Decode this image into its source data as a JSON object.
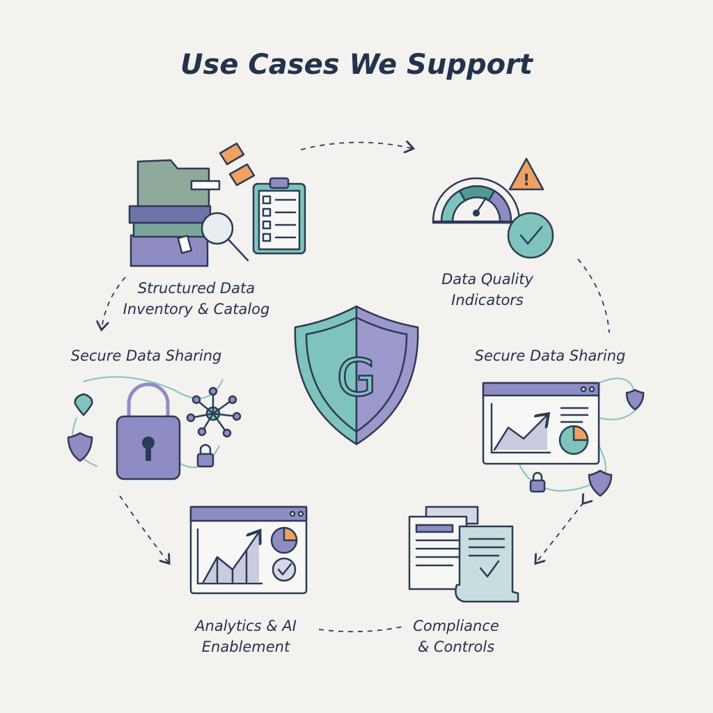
{
  "title": "Use Cases We Support",
  "colors": {
    "navy": "#2b3a55",
    "teal": "#7fc4bc",
    "purple": "#8f8cc4",
    "orange": "#f0a060",
    "background": "#f3f2ef"
  },
  "center": {
    "icon": "shield-icon",
    "letter": "G"
  },
  "use_cases": [
    {
      "icon": "catalog-folder-books-icon",
      "line1": "Structured Data",
      "line2": "Inventory & Catalog"
    },
    {
      "icon": "gauge-icon",
      "line1": "Data Quality",
      "line2": "Indicators"
    },
    {
      "icon": "padlock-network-icon",
      "line1": "Secure Data Sharing"
    },
    {
      "icon": "dashboard-window-icon",
      "line1": "Secure Data Sharing"
    },
    {
      "icon": "analytics-window-icon",
      "line1": "Analytics & AI",
      "line2": "Enablement"
    },
    {
      "icon": "compliance-document-icon",
      "line1": "Compliance",
      "line2": "& Controls"
    }
  ]
}
